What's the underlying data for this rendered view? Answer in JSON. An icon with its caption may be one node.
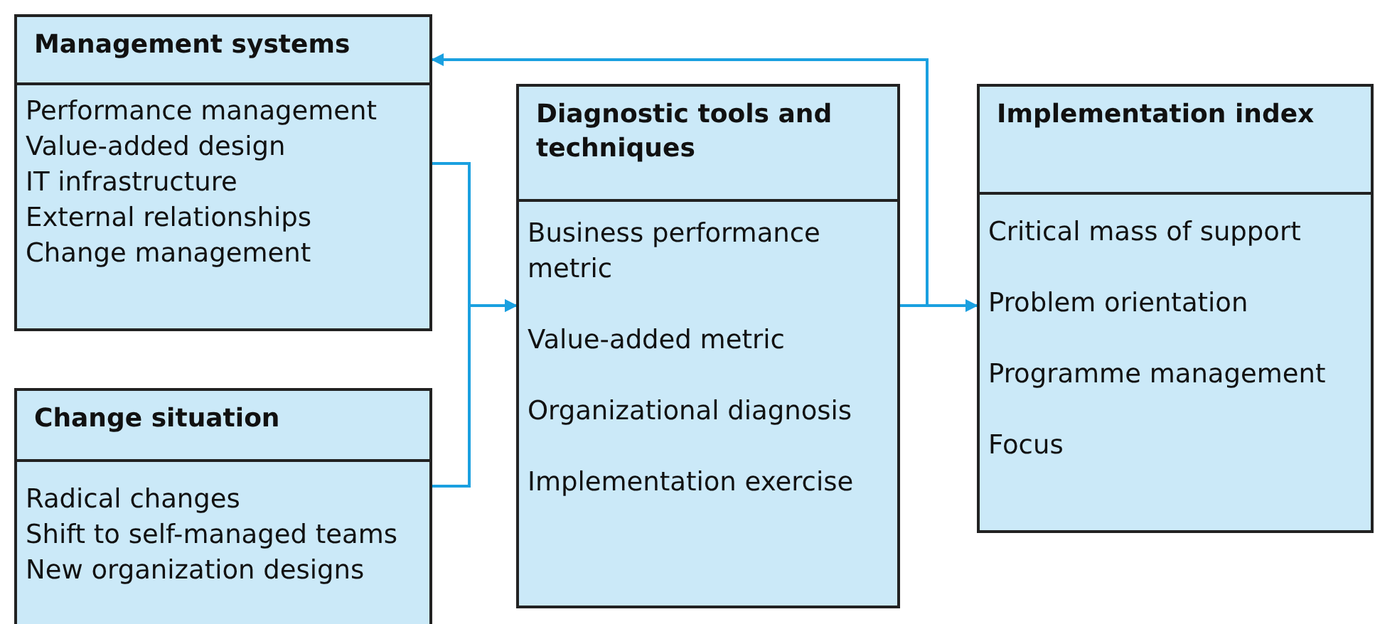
{
  "diagram": {
    "nodes": [
      {
        "text": [
          "Management systems",
          "Performance management",
          "Value-added design",
          "IT infrastructure",
          "External relationships",
          "Change management"
        ]
      },
      {
        "text": [
          "Change situation",
          "Radical changes",
          "Shift to self-managed teams",
          "New organization designs"
        ]
      },
      {
        "text": [
          "Diagnostic tools and techniques",
          "Business performance metric",
          "Value-added metric",
          "Organizational diagnosis",
          "Implementation exercise"
        ]
      },
      {
        "text": [
          "Implementation index",
          "Critical mass of support",
          "Problem orientation",
          "Programme management",
          "Focus"
        ]
      }
    ],
    "edges": [
      {
        "from": 0,
        "to": 2,
        "arrow": "to"
      },
      {
        "from": 1,
        "to": 2,
        "arrow": "to"
      },
      {
        "from": 2,
        "to": 3,
        "arrow": "to"
      },
      {
        "from": 2,
        "to": 0,
        "arrow": "to"
      }
    ]
  }
}
